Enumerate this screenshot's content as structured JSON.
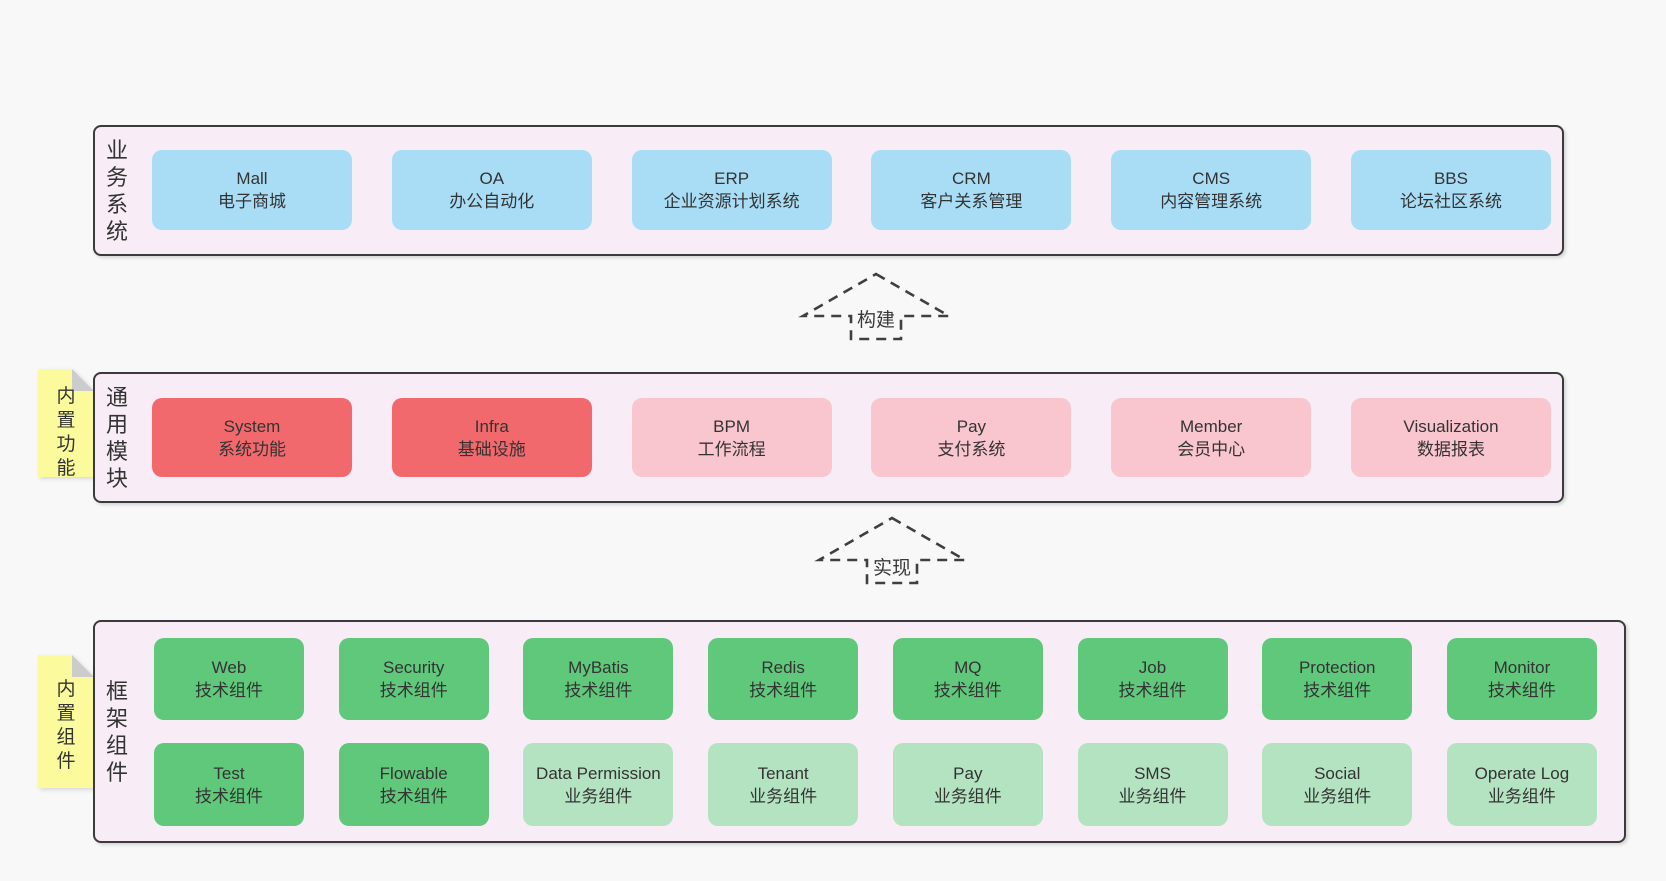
{
  "colors": {
    "containerFill": "#f8edf7",
    "border": "#3b3b3b",
    "blue": "#a9ddf6",
    "red": "#f1696d",
    "pink": "#f9c5ce",
    "green": "#5fc87a",
    "lightGreen": "#b4e3c1",
    "yellow": "#fbfb9e",
    "noteFold": "#cccccc",
    "arrowStroke": "#3f3f3f",
    "pageBg": "#f8f8f8",
    "text": "#333333"
  },
  "layers": [
    {
      "label": "业务系统",
      "rows": [
        [
          {
            "title": "Mall",
            "subtitle": "电子商城",
            "color": "blue"
          },
          {
            "title": "OA",
            "subtitle": "办公自动化",
            "color": "blue"
          },
          {
            "title": "ERP",
            "subtitle": "企业资源计划系统",
            "color": "blue"
          },
          {
            "title": "CRM",
            "subtitle": "客户关系管理",
            "color": "blue"
          },
          {
            "title": "CMS",
            "subtitle": "内容管理系统",
            "color": "blue"
          },
          {
            "title": "BBS",
            "subtitle": "论坛社区系统",
            "color": "blue"
          }
        ]
      ]
    },
    {
      "label": "通用模块",
      "rows": [
        [
          {
            "title": "System",
            "subtitle": "系统功能",
            "color": "red"
          },
          {
            "title": "Infra",
            "subtitle": "基础设施",
            "color": "red"
          },
          {
            "title": "BPM",
            "subtitle": "工作流程",
            "color": "pink"
          },
          {
            "title": "Pay",
            "subtitle": "支付系统",
            "color": "pink"
          },
          {
            "title": "Member",
            "subtitle": "会员中心",
            "color": "pink"
          },
          {
            "title": "Visualization",
            "subtitle": "数据报表",
            "color": "pink"
          }
        ]
      ]
    },
    {
      "label": "框架组件",
      "rows": [
        [
          {
            "title": "Web",
            "subtitle": "技术组件",
            "color": "green"
          },
          {
            "title": "Security",
            "subtitle": "技术组件",
            "color": "green"
          },
          {
            "title": "MyBatis",
            "subtitle": "技术组件",
            "color": "green"
          },
          {
            "title": "Redis",
            "subtitle": "技术组件",
            "color": "green"
          },
          {
            "title": "MQ",
            "subtitle": "技术组件",
            "color": "green"
          },
          {
            "title": "Job",
            "subtitle": "技术组件",
            "color": "green"
          },
          {
            "title": "Protection",
            "subtitle": "技术组件",
            "color": "green"
          },
          {
            "title": "Monitor",
            "subtitle": "技术组件",
            "color": "green"
          }
        ],
        [
          {
            "title": "Test",
            "subtitle": "技术组件",
            "color": "green"
          },
          {
            "title": "Flowable",
            "subtitle": "技术组件",
            "color": "green"
          },
          {
            "title": "Data Permission",
            "subtitle": "业务组件",
            "color": "lightGreen"
          },
          {
            "title": "Tenant",
            "subtitle": "业务组件",
            "color": "lightGreen"
          },
          {
            "title": "Pay",
            "subtitle": "业务组件",
            "color": "lightGreen"
          },
          {
            "title": "SMS",
            "subtitle": "业务组件",
            "color": "lightGreen"
          },
          {
            "title": "Social",
            "subtitle": "业务组件",
            "color": "lightGreen"
          },
          {
            "title": "Operate Log",
            "subtitle": "业务组件",
            "color": "lightGreen"
          }
        ]
      ]
    }
  ],
  "notes": [
    {
      "label": "内置功能"
    },
    {
      "label": "内置组件"
    }
  ],
  "arrows": [
    {
      "label": "构建"
    },
    {
      "label": "实现"
    }
  ]
}
